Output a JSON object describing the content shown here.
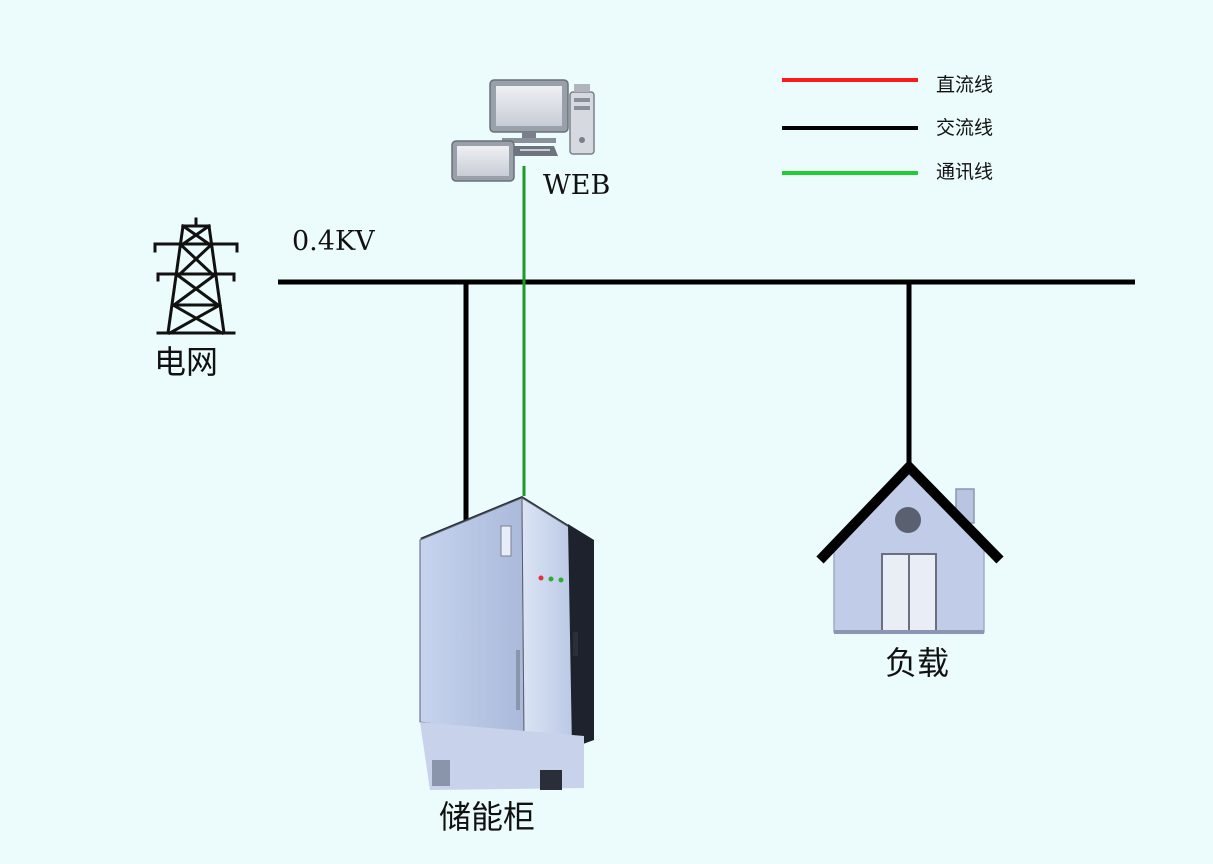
{
  "legend": {
    "items": [
      {
        "label": "直流线",
        "color": "#ff1a1a"
      },
      {
        "label": "交流线",
        "color": "#000000"
      },
      {
        "label": "通讯线",
        "color": "#22cc33"
      }
    ]
  },
  "labels": {
    "bus_voltage": "0.4KV",
    "grid": "电网",
    "web": "WEB",
    "storage_cabinet": "储能柜",
    "load": "负载"
  },
  "colors": {
    "background": "#ecfcfc",
    "ac_line": "#000000",
    "comm_line": "#1a9a2a",
    "cabinet_body": "#b9c8e6",
    "house_body": "#c0cce8"
  },
  "icons": {
    "grid": "power-tower-icon",
    "web": "computer-workstation-icon",
    "storage": "battery-cabinet-icon",
    "load": "house-icon"
  }
}
